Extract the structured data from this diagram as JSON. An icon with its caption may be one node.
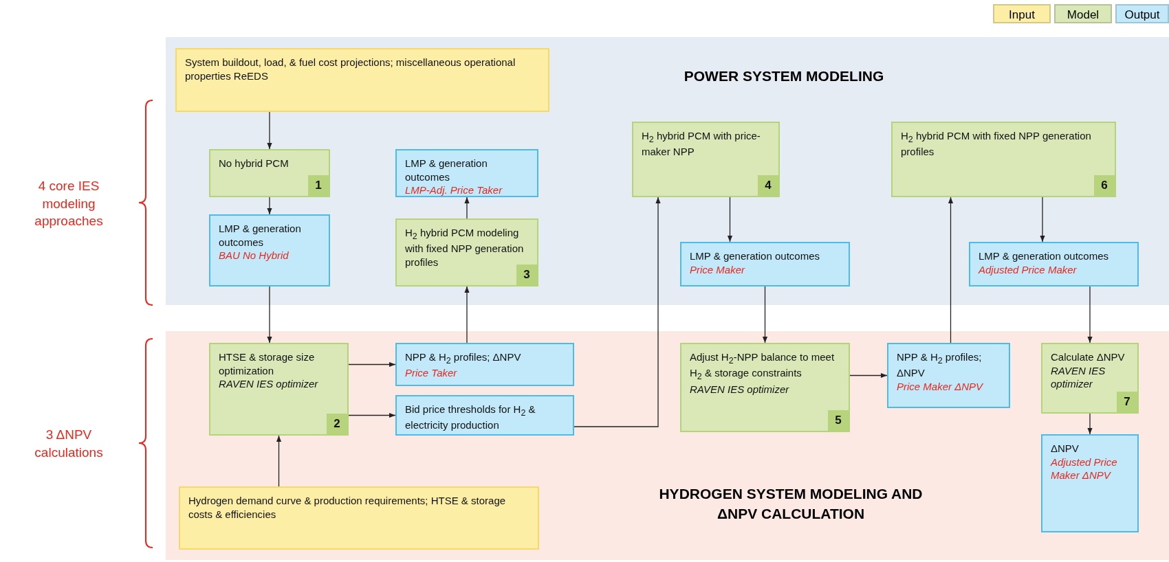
{
  "diagram": {
    "nodes": [
      {
        "text": [
          "POWER SYSTEM MODELING"
        ]
      },
      {
        "text": [
          "System buildout, load, & fuel cost projections; miscellaneous operational properties ReEDS"
        ],
        "in": 0
      },
      {
        "text": [
          "No hybrid PCM",
          "1"
        ],
        "in": 0
      },
      {
        "text": [
          "LMP & generation outcomes",
          "BAU No Hybrid"
        ],
        "in": 0
      },
      {
        "text": [
          "LMP & generation outcomes",
          "LMP-Adj. Price Taker"
        ],
        "in": 0
      },
      {
        "text": [
          "H$_{2}$ hybrid PCM modeling with fixed NPP generation profiles",
          "3"
        ],
        "in": 0
      },
      {
        "text": [
          "H$_{2}$ hybrid PCM with price-maker NPP",
          "4"
        ],
        "in": 0
      },
      {
        "text": [
          "LMP & generation outcomes",
          "Price Maker"
        ],
        "in": 0
      },
      {
        "text": [
          "H$_{2}$ hybrid PCM with fixed NPP generation profiles",
          "6"
        ],
        "in": 0
      },
      {
        "text": [
          "LMP & generation outcomes",
          "Adjusted Price Maker"
        ],
        "in": 0
      },
      {
        "text": [
          "HYDROGEN SYSTEM MODELING AND ΔNPV CALCULATION"
        ]
      },
      {
        "text": [
          "HTSE & storage size optimization",
          "RAVEN IES optimizer",
          "2"
        ],
        "in": 10
      },
      {
        "text": [
          "NPP & H$_{2}$ profiles; ΔNPV",
          "Price Taker"
        ],
        "in": 10
      },
      {
        "text": [
          "Bid price thresholds for H$_{2}$ & electricity production"
        ],
        "in": 10
      },
      {
        "text": [
          "Adjust H$_{2}$-NPP balance to meet H$_{2}$ & storage constraints",
          "RAVEN IES optimizer",
          "5"
        ],
        "in": 10
      },
      {
        "text": [
          "NPP & H$_{2}$ profiles; ΔNPV",
          "Price Maker ΔNPV"
        ],
        "in": 10
      },
      {
        "text": [
          "Calculate ΔNPV",
          "RAVEN IES optimizer",
          "7"
        ],
        "in": 10
      },
      {
        "text": [
          "ΔNPV",
          "Adjusted Price Maker ΔNPV"
        ],
        "in": 10
      },
      {
        "text": [
          "Hydrogen demand curve & production requirements; HTSE & storage costs & efficiencies"
        ],
        "in": 10
      }
    ],
    "edges": [
      {
        "from": 1,
        "to": 2,
        "arrow": "to"
      },
      {
        "from": 2,
        "to": 3,
        "arrow": "to"
      },
      {
        "from": 3,
        "to": 11,
        "arrow": "to"
      },
      {
        "from": 11,
        "to": 12,
        "arrow": "to"
      },
      {
        "from": 11,
        "to": 13,
        "arrow": "to"
      },
      {
        "from": 12,
        "to": 5,
        "arrow": "to"
      },
      {
        "from": 5,
        "to": 4,
        "arrow": "to"
      },
      {
        "from": 13,
        "to": 6,
        "arrow": "to"
      },
      {
        "from": 6,
        "to": 7,
        "arrow": "to"
      },
      {
        "from": 7,
        "to": 14,
        "arrow": "to"
      },
      {
        "from": 14,
        "to": 15,
        "arrow": "to"
      },
      {
        "from": 15,
        "to": 8,
        "arrow": "to"
      },
      {
        "from": 8,
        "to": 9,
        "arrow": "to"
      },
      {
        "from": 9,
        "to": 16,
        "arrow": "to"
      },
      {
        "from": 16,
        "to": 17,
        "arrow": "to"
      },
      {
        "from": 18,
        "to": 11,
        "arrow": "to"
      }
    ],
    "labels": [
      "4 core IES modeling approaches",
      "3 ΔNPV calculations"
    ],
    "legend": [
      {
        "text": "Input",
        "color": "#fdeea6"
      },
      {
        "text": "Model",
        "color": "#dae8b8"
      },
      {
        "text": "Output",
        "color": "#c2e9f9"
      }
    ]
  }
}
